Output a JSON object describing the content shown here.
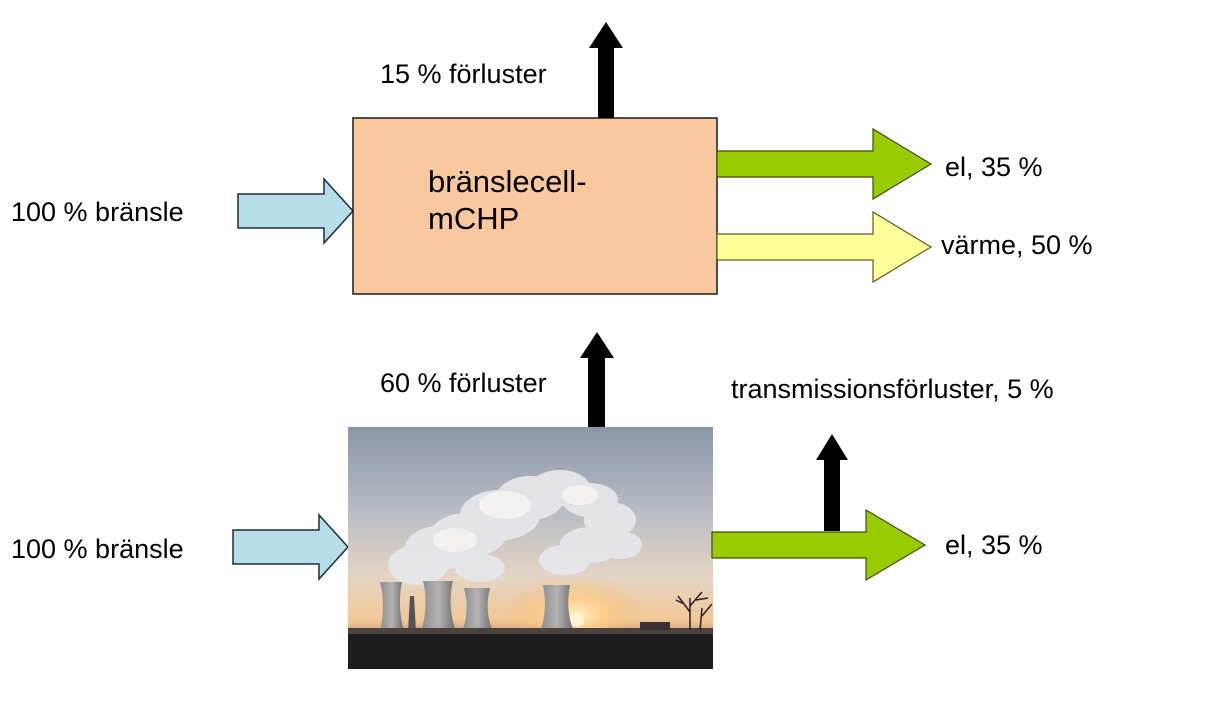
{
  "top_section": {
    "input_label": "100 % bränsle",
    "loss_label": "15 % förluster",
    "box_title_line1": "bränslecell-",
    "box_title_line2": "mCHP",
    "electricity_label": "el, 35 %",
    "heat_label": "värme, 50 %"
  },
  "bottom_section": {
    "input_label": "100 % bränsle",
    "loss_label": "60 % förluster",
    "transmission_label": "transmissionsförluster, 5 %",
    "electricity_label": "el, 35 %"
  },
  "colors": {
    "box_fill": "#fac89e",
    "input_arrow": "#b7dee8",
    "electricity_arrow": "#99cc00",
    "heat_arrow": "#ffff99",
    "loss_arrow": "#000000"
  }
}
